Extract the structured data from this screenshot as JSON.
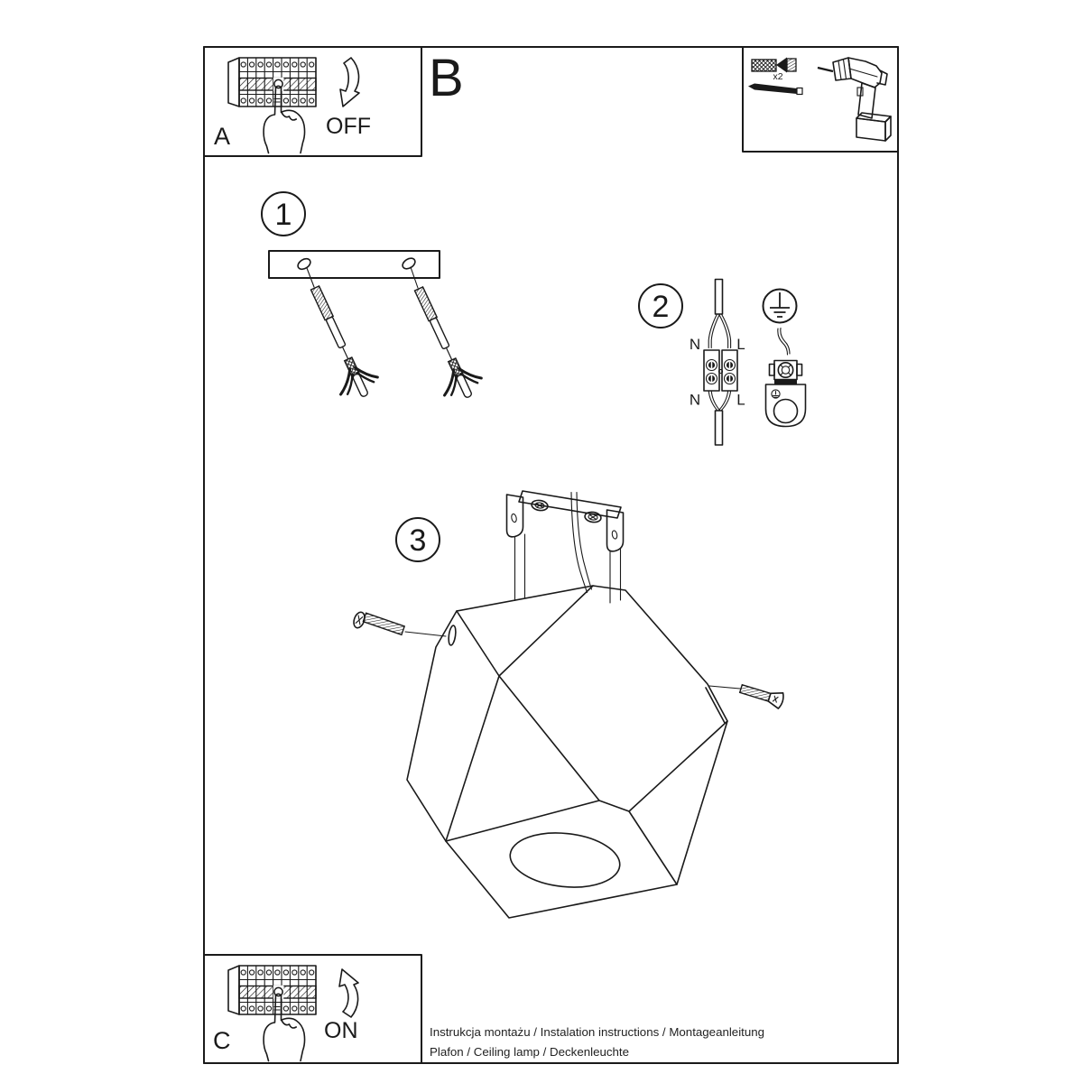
{
  "page": {
    "background": "#ffffff",
    "line_color": "#1a1a1a"
  },
  "power_off_panel": {
    "label": "A",
    "state": "OFF"
  },
  "parts_panel": {
    "label": "B",
    "anchor_quantity": "x2"
  },
  "power_on_panel": {
    "label": "C",
    "state": "ON"
  },
  "step1": {
    "number": "1"
  },
  "step2": {
    "number": "2",
    "terminal_labels": {
      "top_left": "N",
      "top_right": "L",
      "bottom_left": "N",
      "bottom_right": "L"
    }
  },
  "step3": {
    "number": "3"
  },
  "footer": {
    "line1": "Instrukcja montażu / Instalation instructions / Montageanleitung",
    "line2": "Plafon / Ceiling lamp / Deckenleuchte"
  }
}
